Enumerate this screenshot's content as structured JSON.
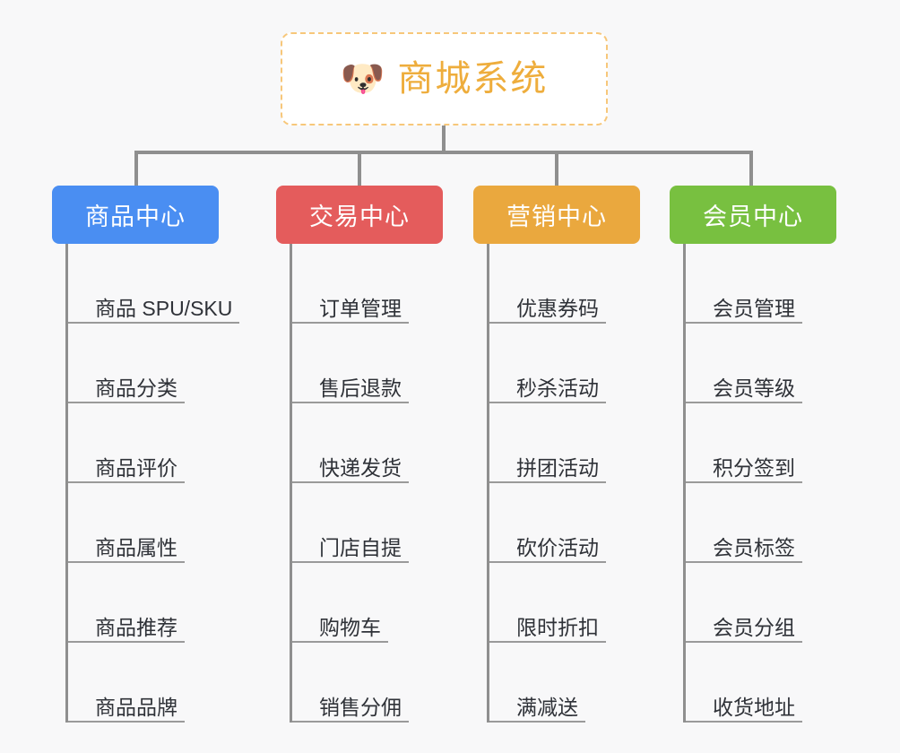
{
  "page": {
    "background_color": "#f8f8f9",
    "type": "organization-mindmap"
  },
  "root": {
    "icon": "shiba-dog-face-emoji",
    "icon_glyph": "🐶",
    "title": "商城系统",
    "text_color": "#eead3c",
    "border_color": "#f7c77a",
    "background_color": "#ffffff"
  },
  "connector": {
    "color": "#8f8f8f"
  },
  "categories": [
    {
      "name": "商品中心",
      "color": "#4a8ef2",
      "items": [
        "商品 SPU/SKU",
        "商品分类",
        "商品评价",
        "商品属性",
        "商品推荐",
        "商品品牌"
      ]
    },
    {
      "name": "交易中心",
      "color": "#e45c5c",
      "items": [
        "订单管理",
        "售后退款",
        "快递发货",
        "门店自提",
        "购物车",
        "销售分佣"
      ]
    },
    {
      "name": "营销中心",
      "color": "#eaa83e",
      "items": [
        "优惠券码",
        "秒杀活动",
        "拼团活动",
        "砍价活动",
        "限时折扣",
        "满减送"
      ]
    },
    {
      "name": "会员中心",
      "color": "#78c040",
      "items": [
        "会员管理",
        "会员等级",
        "积分签到",
        "会员标签",
        "会员分组",
        "收货地址"
      ]
    }
  ]
}
